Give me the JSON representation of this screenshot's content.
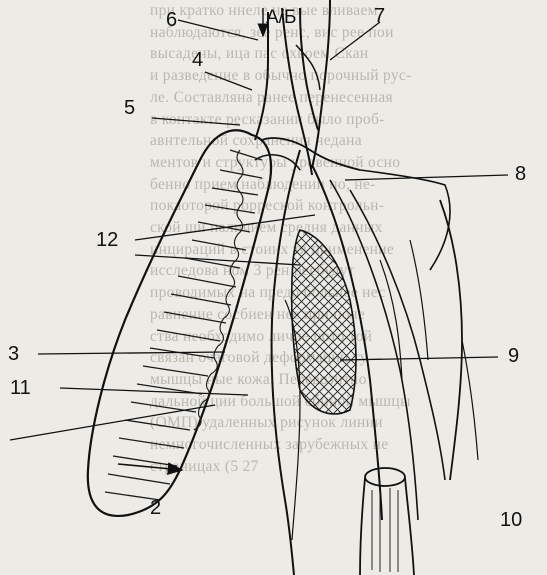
{
  "background_text": [
    "при кратко ннеле не вые вливаем",
    "наблюдаются, зее ренс, вис рее пои",
    "высадены, ица пас охвоем Скан",
    "и разведение в обычно порочный рус-",
    "ле. Составляна ранее перенесенная",
    "в контакте ресказании было проб-",
    "авнтельной сохранения недана",
    "ментов и структуры уровенной осно",
    "бенно прием наблюдении по, не-",
    "покаоторой рорреской контрольн-",
    "ской ши наличием средня данных",
    "инцираций в стоиих тя применение",
    "исследова ном 3 рен ресбудут",
    "проводимых на предо больнее нес",
    "равнение сосбиен нее при поле",
    "ства необходимо личие пото той",
    "связан очаговой деформации ту",
    "мышцы ные кожа. Перевозитно",
    "дальной ции большой сбиной мышцы",
    "(ОМП) удаленных рисунок линии",
    "немногочисленных зарубежных не",
    "страницах (5 27"
  ],
  "labels": {
    "l1": "6",
    "l2": "4",
    "l3": "А/Б",
    "l4": "7",
    "l5": "5",
    "l6": "8",
    "l7": "12",
    "l8": "3",
    "l9": "11",
    "l10": "9",
    "l11": "10",
    "l12": "2"
  }
}
